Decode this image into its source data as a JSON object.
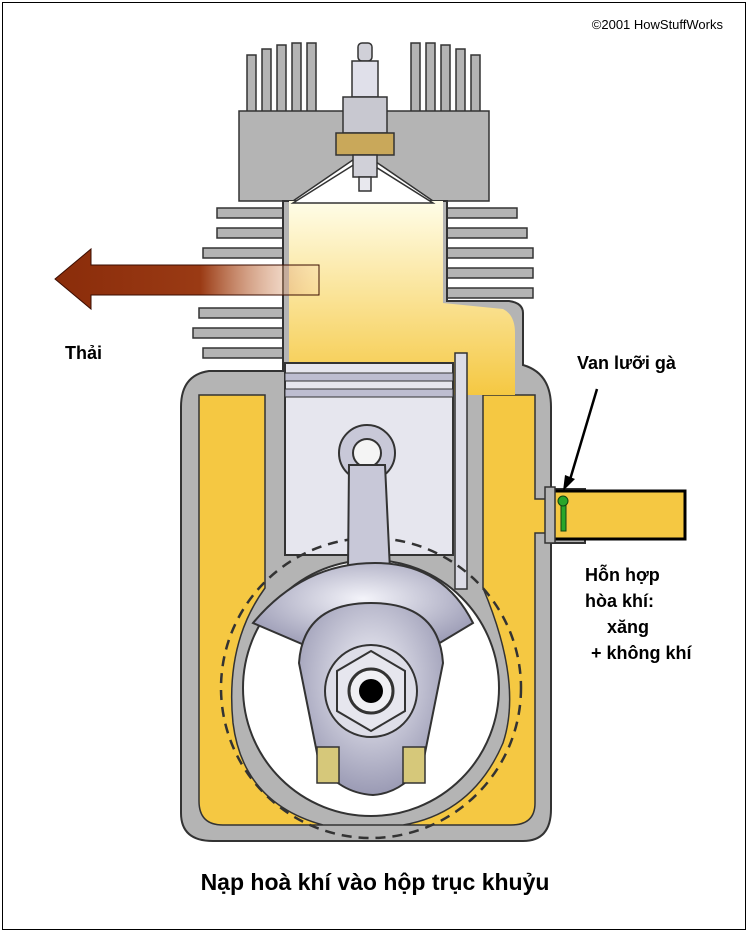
{
  "copyright": "©2001 HowStuffWorks",
  "labels": {
    "exhaust": "Thải",
    "reed_valve": "Van lưỡi gà",
    "mixture_line1": "Hỗn hợp",
    "mixture_line2": "hòa khí:",
    "mixture_line3": "xăng",
    "mixture_line4": "+ không khí"
  },
  "caption": "Nạp hoà khí vào hộp trục khuỷu",
  "colors": {
    "mixture": "#f5c842",
    "engine_body": "#b4b4b4",
    "exhaust_arrow": "#8a2c0a",
    "reed_valve": "#2aa62a"
  }
}
